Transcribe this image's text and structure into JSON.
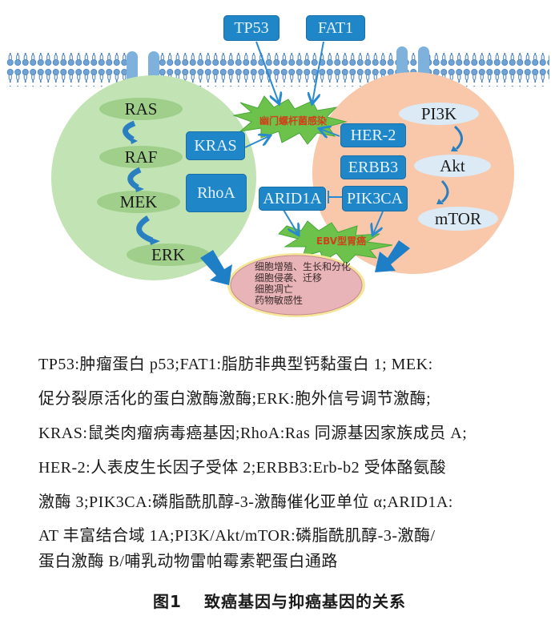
{
  "figure": {
    "inputs": {
      "tp53": "TP53",
      "fat1": "FAT1"
    },
    "left_cell": {
      "pathway": [
        "RAS",
        "RAF",
        "MEK",
        "ERK"
      ],
      "genes": [
        "KRAS",
        "RhoA"
      ],
      "color": "#bfe0b0"
    },
    "right_cell": {
      "pathway": [
        "PI3K",
        "Akt",
        "mTOR"
      ],
      "genes": [
        "HER-2",
        "ERBB3",
        "PIK3CA"
      ],
      "color": "#f8c6a8"
    },
    "middle": {
      "arid1a": "ARID1A",
      "burst_top": "幽门螺杆菌感染",
      "burst_bottom": "EBV型胃癌"
    },
    "outcomes": [
      "细胞增殖、生长和分化",
      "细胞侵袭、迁移",
      "细胞凋亡",
      "药物敏感性"
    ],
    "colors": {
      "gene_box": "#1f86c8",
      "arrow": "#2a8ad0",
      "burst": "#6cc24a",
      "outcome_fill": "#e8b4b8"
    }
  },
  "caption_lines": [
    "TP53:肿瘤蛋白 p53;FAT1:脂肪非典型钙黏蛋白 1; MEK:",
    "促分裂原活化的蛋白激酶激酶;ERK:胞外信号调节激酶;",
    "KRAS:鼠类肉瘤病毒癌基因;RhoA:Ras 同源基因家族成员 A;",
    "HER-2:人表皮生长因子受体 2;ERBB3:Erb-b2 受体酪氨酸",
    "激酶 3;PIK3CA:磷脂酰肌醇-3-激酶催化亚单位 α;ARID1A:",
    "AT 丰富结合域 1A;PI3K/Akt/mTOR:磷脂酰肌醇-3-激酶/",
    "蛋白激酶 B/哺乳动物雷帕霉素靶蛋白通路"
  ],
  "figure_title": {
    "number": "图1",
    "text": "致癌基因与抑癌基因的关系"
  }
}
